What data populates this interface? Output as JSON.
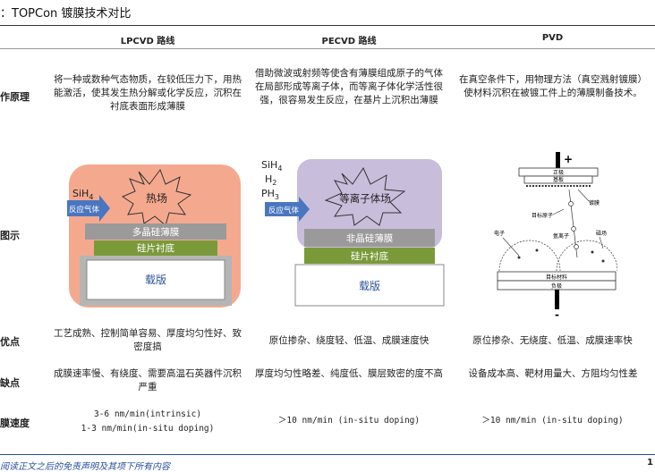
{
  "title": "：TOPCon 镀膜技术对比",
  "columns": [
    "LPCVD 路线",
    "PECVD 路线",
    "PVD"
  ],
  "rows": {
    "principle": {
      "label": "作原理",
      "cells": [
        "将一种或数种气态物质，在较低压力下，用热能激活，使其发生热分解或化学反应，沉积在衬底表面形成薄膜",
        "借助微波或射频等使含有薄膜组成原子的气体在局部形成等离子体，而等离子体化学活性很强，很容易发生反应，在基片上沉积出薄膜",
        "在真空条件下，用物理方法（真空溅射镀膜）使材料沉积在被镀工件上的薄膜制备技术。"
      ]
    },
    "diagram": {
      "label": "图示"
    },
    "pros": {
      "label": "优点",
      "cells": [
        "工艺成熟、控制简单容易、厚度均匀性好、致密度搞",
        "原位掺杂、绕度轻、低温、成膜速度快",
        "原位掺杂、无绕度、低温、成膜速率快"
      ]
    },
    "cons": {
      "label": "缺点",
      "cells": [
        "成膜速率慢、有绕度、需要高温石英器件沉积严重",
        "厚度均匀性略差、纯度低、膜层致密的度不高",
        "设备成本高、靶材用量大、方阻均匀性差"
      ]
    },
    "rate": {
      "label": "膜速度",
      "cells": [
        "3-6 nm/min(intrinsic)",
        "1-3 nm/min(in-situ doping)",
        "＞10 nm/min (in-situ doping)",
        "＞10 nm/min (in-situ doping)"
      ]
    }
  },
  "lpcvd_fig": {
    "gas": "SiH",
    "gas_sub": "4",
    "arrow_label": "反应气体",
    "heat": "热场",
    "layer1": "多晶硅薄膜",
    "layer2": "硅片衬底",
    "base": "载版"
  },
  "pecvd_fig": {
    "gas1": "SiH",
    "gas1_sub": "4",
    "gas2": "H",
    "gas2_sub": "2",
    "gas3": "PH",
    "gas3_sub": "3",
    "arrow_label": "反应气体",
    "plasma": "等离子体场",
    "layer1": "非晶硅薄膜",
    "layer2": "硅片衬底",
    "base": "载版"
  },
  "pvd_fig": {
    "plus": "+",
    "minus": "-",
    "anode": "正极",
    "substrate": "基板",
    "target_atom": "目标原子",
    "coating": "镀膜",
    "electron": "电子",
    "argon_ion": "氩离子",
    "magnetic_field": "磁场",
    "target_material": "目标材料",
    "cathode": "负极"
  },
  "footer": "阅读正文之后的免责声明及其项下所有内容",
  "page_number": "1",
  "colors": {
    "lpcvd_bg": "#f4a98f",
    "pecvd_bg": "#c9bddc",
    "arrow": "#4a76c0",
    "poly_layer": "#9a9a9a",
    "wafer_layer": "#7a9a3a",
    "base_text": "#2f5597",
    "footer_line": "#2a4ea0"
  }
}
